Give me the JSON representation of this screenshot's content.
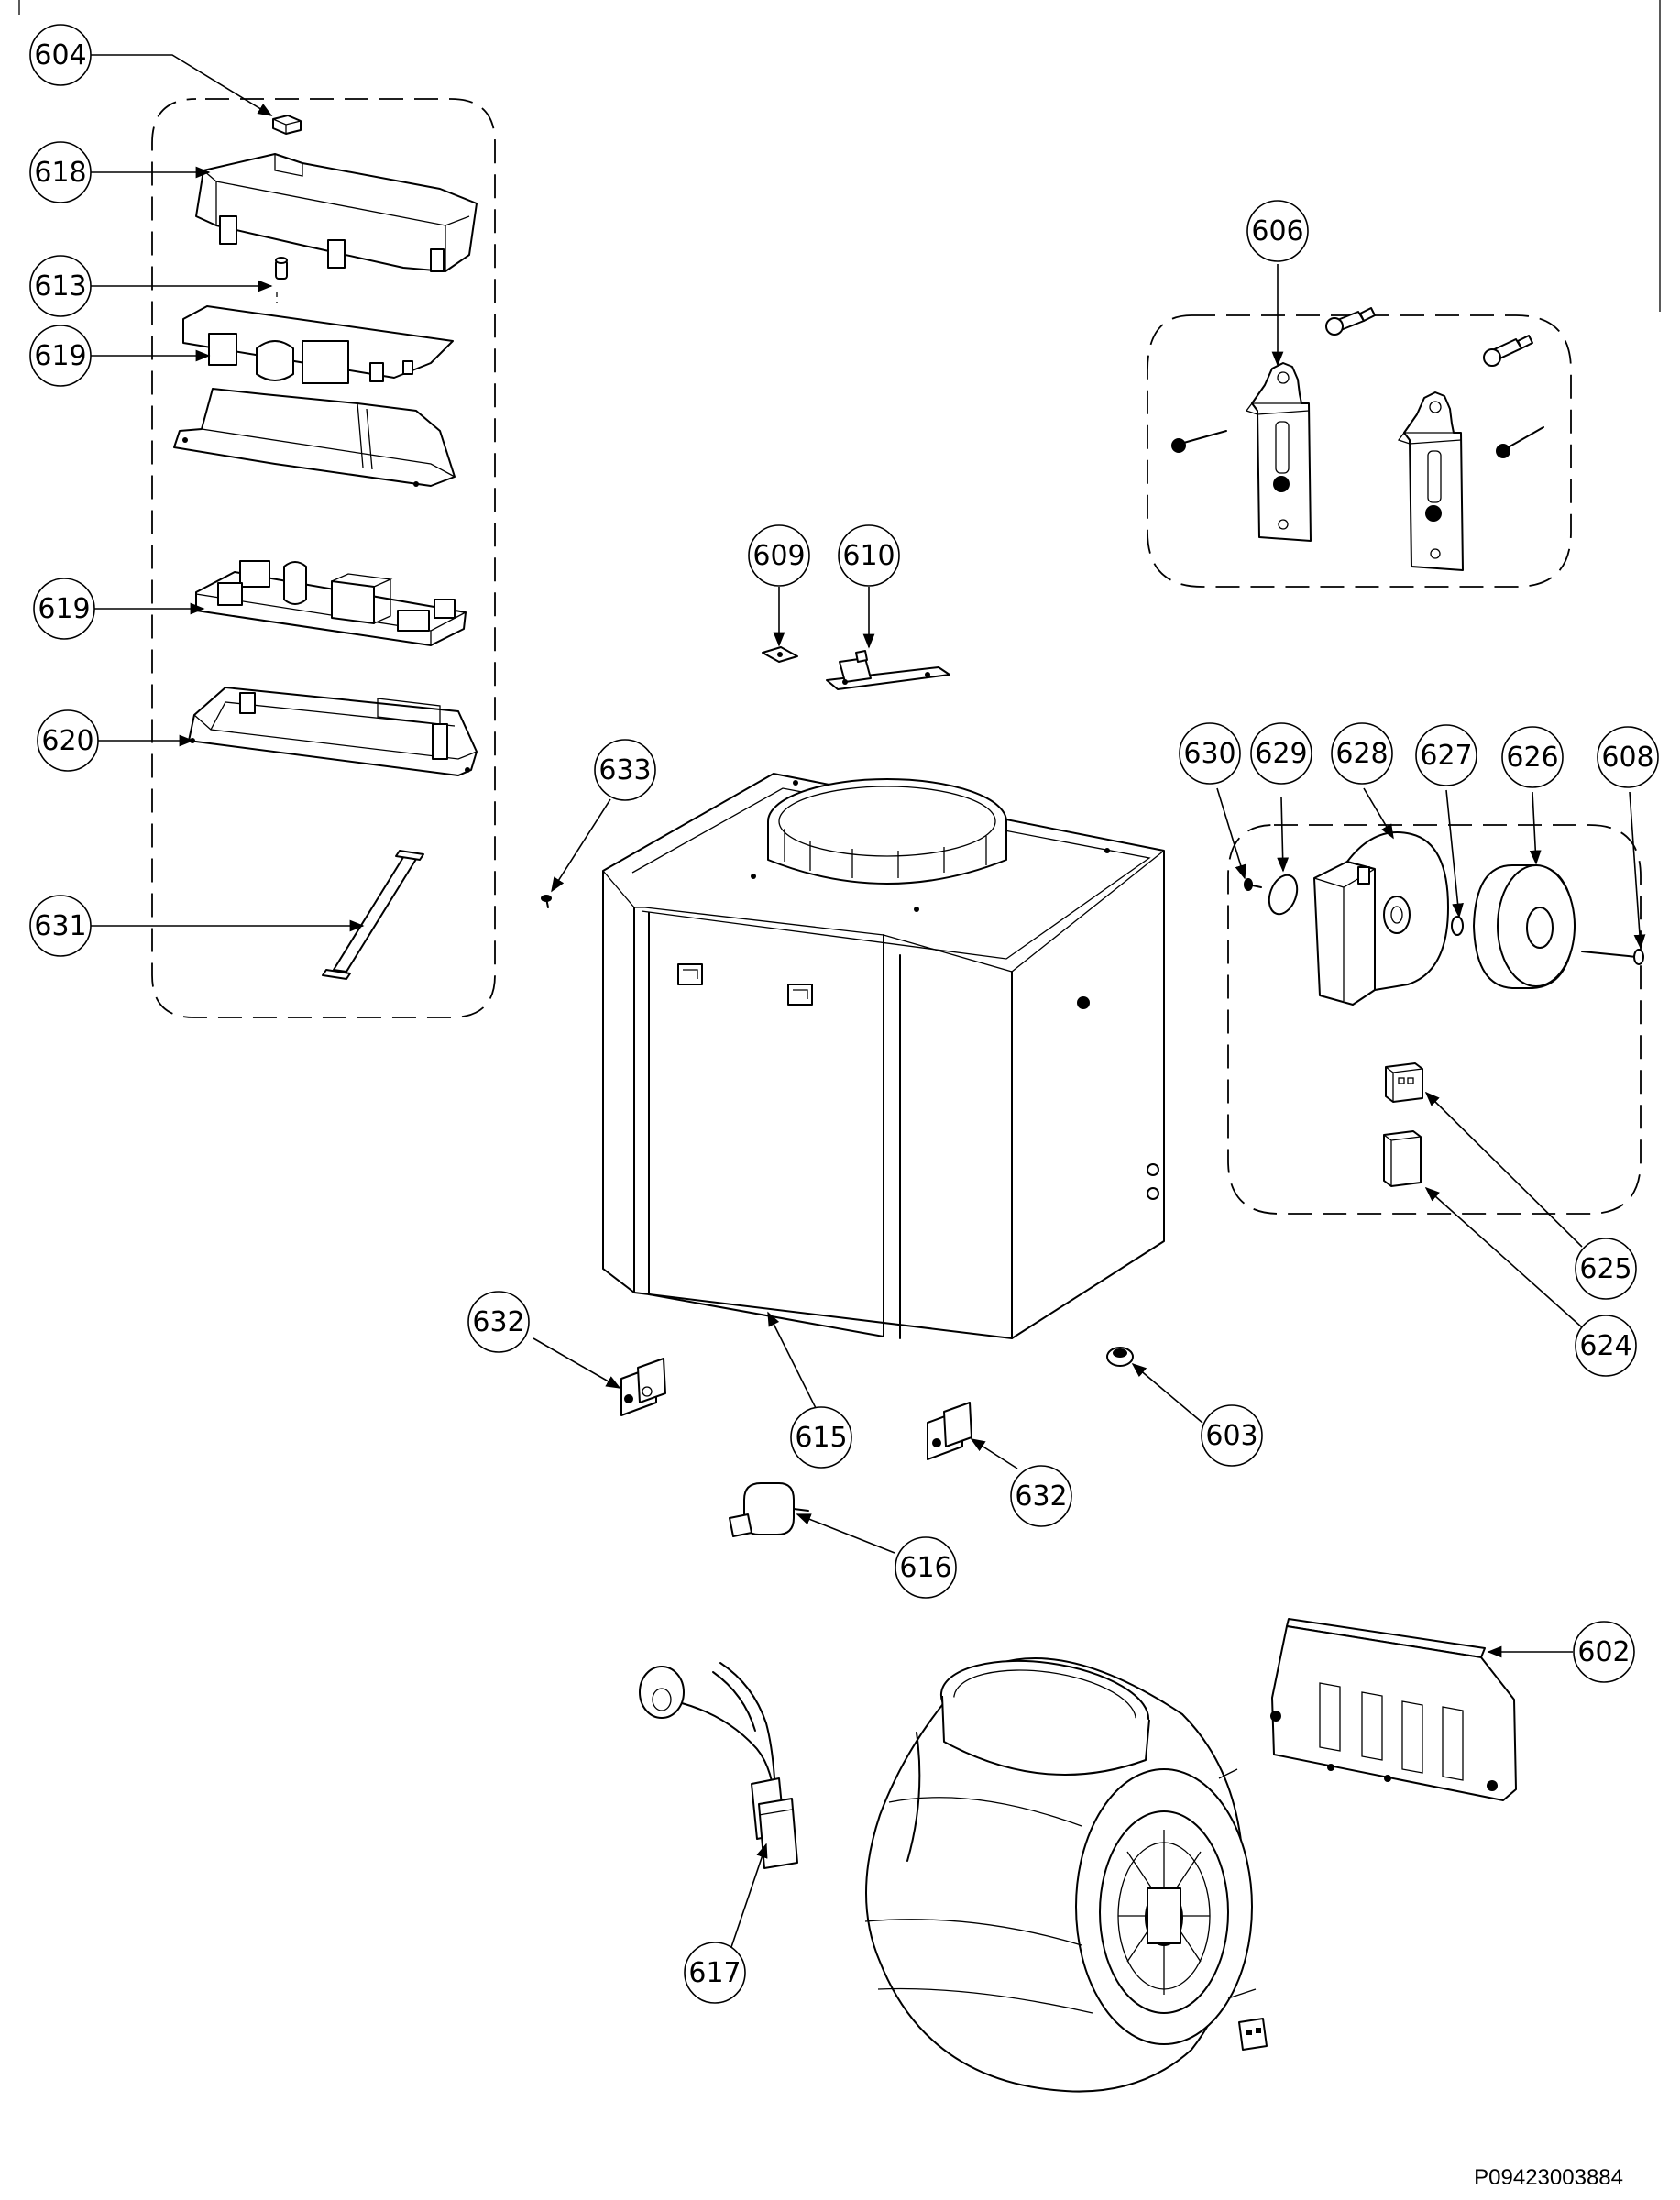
{
  "callouts": [
    {
      "id": "c604",
      "label": "604"
    },
    {
      "id": "c618",
      "label": "618"
    },
    {
      "id": "c613",
      "label": "613"
    },
    {
      "id": "c619a",
      "label": "619"
    },
    {
      "id": "c619b",
      "label": "619"
    },
    {
      "id": "c620",
      "label": "620"
    },
    {
      "id": "c631",
      "label": "631"
    },
    {
      "id": "c606",
      "label": "606"
    },
    {
      "id": "c609",
      "label": "609"
    },
    {
      "id": "c610",
      "label": "610"
    },
    {
      "id": "c633",
      "label": "633"
    },
    {
      "id": "c630",
      "label": "630"
    },
    {
      "id": "c629",
      "label": "629"
    },
    {
      "id": "c628",
      "label": "628"
    },
    {
      "id": "c627",
      "label": "627"
    },
    {
      "id": "c626",
      "label": "626"
    },
    {
      "id": "c608",
      "label": "608"
    },
    {
      "id": "c625",
      "label": "625"
    },
    {
      "id": "c624",
      "label": "624"
    },
    {
      "id": "c632a",
      "label": "632"
    },
    {
      "id": "c615",
      "label": "615"
    },
    {
      "id": "c632b",
      "label": "632"
    },
    {
      "id": "c603",
      "label": "603"
    },
    {
      "id": "c616",
      "label": "616"
    },
    {
      "id": "c602",
      "label": "602"
    },
    {
      "id": "c617",
      "label": "617"
    }
  ],
  "document_id": "P09423003884"
}
